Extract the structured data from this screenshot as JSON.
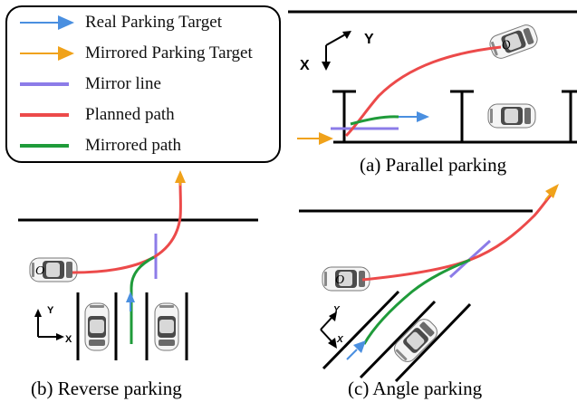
{
  "legend": {
    "real_target": "Real Parking Target",
    "mirrored_target": "Mirrored Parking Target",
    "mirror_line": "Mirror line",
    "planned_path": "Planned path",
    "mirrored_path": "Mirrored path"
  },
  "panels": {
    "parallel": {
      "caption": "(a) Parallel parking",
      "axis_x": "X",
      "axis_y": "Y",
      "car_origin": "O"
    },
    "reverse": {
      "caption": "(b) Reverse parking",
      "axis_x": "X",
      "axis_y": "Y",
      "car_origin": "O"
    },
    "angle": {
      "caption": "(c) Angle parking",
      "axis_x": "X",
      "axis_y": "Y",
      "car_origin": "O"
    }
  },
  "colors": {
    "real_target": "#4a8fe0",
    "mirrored_target": "#f0a21a",
    "mirror_line": "#8c7ce8",
    "planned_path": "#ec4a4a",
    "mirrored_path": "#1f9b3a",
    "boundary": "#000000"
  }
}
